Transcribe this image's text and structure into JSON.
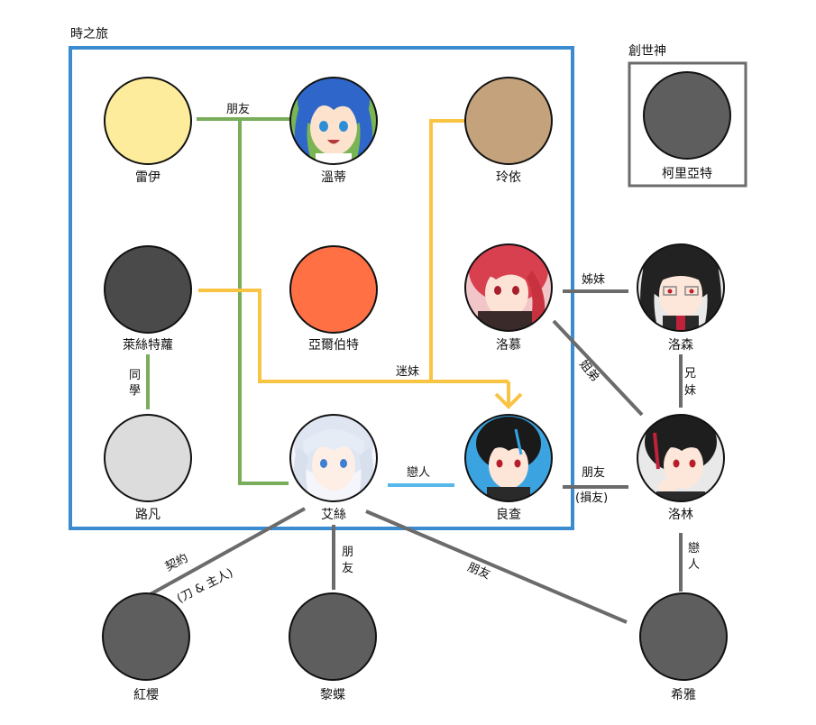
{
  "groups": {
    "time_journey": {
      "title": "時之旅",
      "color": "#3b8bd0"
    },
    "creator": {
      "title": "創世神",
      "color": "#6b6b6b"
    }
  },
  "nodes": {
    "lei_yi": {
      "name": "雷伊",
      "fill": "#fdec9b"
    },
    "wen_di": {
      "name": "溫蒂",
      "fill": "#7ab554",
      "portrait": "blue-haired-girl"
    },
    "ling_yi": {
      "name": "玲依",
      "fill": "#c4a37c"
    },
    "lai_si": {
      "name": "萊絲特蘿",
      "fill": "#4a4a4a"
    },
    "ya_er": {
      "name": "亞爾伯特",
      "fill": "#ff7045"
    },
    "luo_mu": {
      "name": "洛慕",
      "fill": "#e86f7d",
      "portrait": "red-haired-girl"
    },
    "luo_sen": {
      "name": "洛森",
      "fill": "#2a2a2a",
      "portrait": "dark-haired-girl-glasses"
    },
    "lu_fan": {
      "name": "路凡",
      "fill": "#dcdcdc"
    },
    "ai_si": {
      "name": "艾絲",
      "fill": "#e5ecf6",
      "portrait": "white-haired-girl"
    },
    "liang_cha": {
      "name": "良查",
      "fill": "#3aa3e0",
      "portrait": "black-haired-boy"
    },
    "luo_lin": {
      "name": "洛林",
      "fill": "#2a2a2a",
      "portrait": "dark-haired-boy"
    },
    "hong_ying": {
      "name": "紅櫻",
      "fill": "#5e5e5e"
    },
    "li_die": {
      "name": "黎蝶",
      "fill": "#5e5e5e"
    },
    "xi_ya": {
      "name": "希雅",
      "fill": "#5e5e5e"
    },
    "ke_li": {
      "name": "柯里亞特",
      "fill": "#5e5e5e"
    }
  },
  "edges": {
    "green": "#7aad5a",
    "yellow": "#f9c443",
    "blue": "#57b8ea",
    "gray": "#6b6b6b"
  },
  "labels": {
    "friend_top": "朋友",
    "lost_sister": "迷妹",
    "classmate": "同學",
    "lovers": "戀人",
    "sisters": "姊妹",
    "siblings": "兄妹",
    "elder_sister_younger_brother": "姐弟",
    "friend_damaged": "朋友",
    "damaged_friend_paren": "(損友)",
    "lovers_vertical": "戀人",
    "contract": "契約",
    "contract_detail": "(刀 & 主人)",
    "friend_lidie": "朋友",
    "friend_xiya": "朋友"
  }
}
